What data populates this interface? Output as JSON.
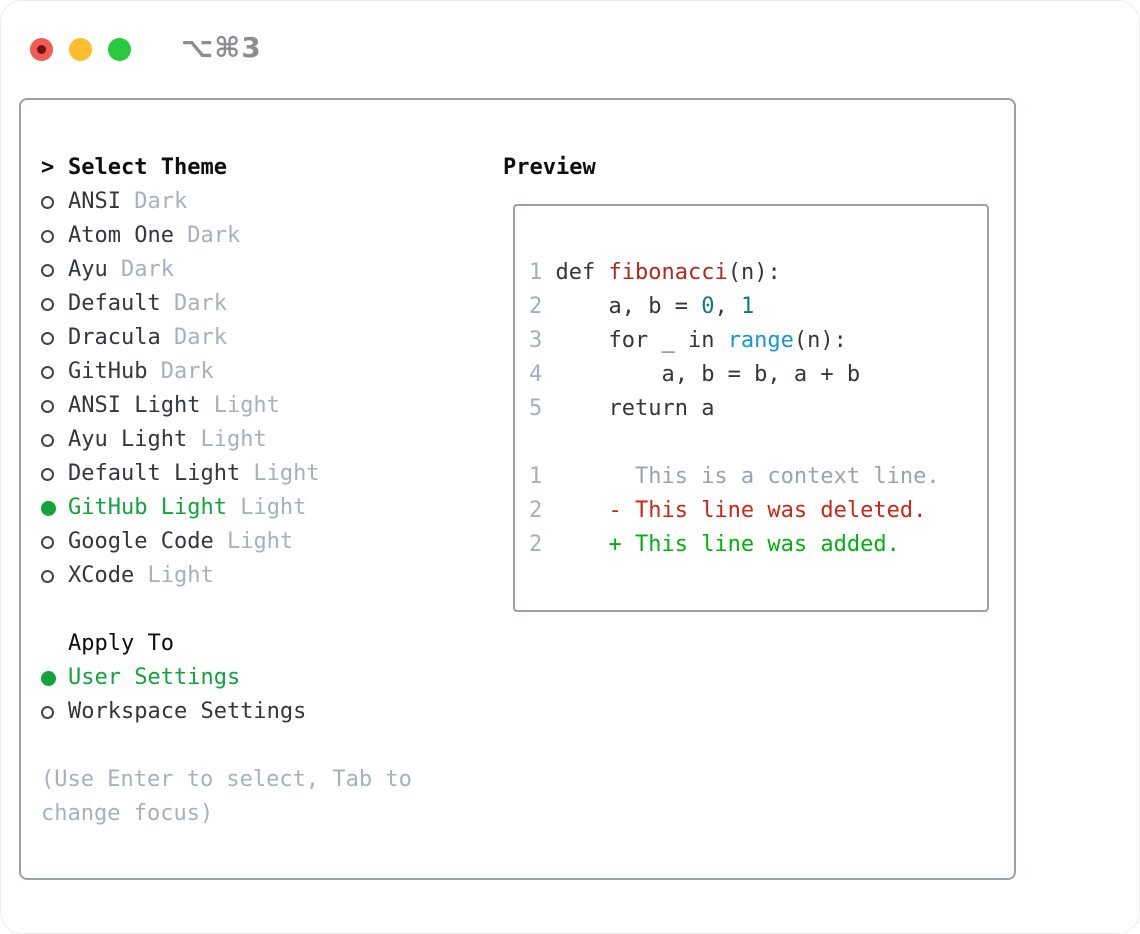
{
  "titlebar": {
    "shortcut_label": "⌥⌘3",
    "traffic_lights": [
      {
        "name": "close",
        "color": "#f35b51",
        "has_dot": true
      },
      {
        "name": "minimize",
        "color": "#ffbd2d",
        "has_dot": false
      },
      {
        "name": "zoom",
        "color": "#27c93f",
        "has_dot": false
      }
    ]
  },
  "theme_list": {
    "header_marker": ">",
    "header_label": "Select Theme",
    "items": [
      {
        "name": "ANSI",
        "variant": "Dark",
        "selected": false
      },
      {
        "name": "Atom One",
        "variant": "Dark",
        "selected": false
      },
      {
        "name": "Ayu",
        "variant": "Dark",
        "selected": false
      },
      {
        "name": "Default",
        "variant": "Dark",
        "selected": false
      },
      {
        "name": "Dracula",
        "variant": "Dark",
        "selected": false
      },
      {
        "name": "GitHub",
        "variant": "Dark",
        "selected": false
      },
      {
        "name": "ANSI Light",
        "variant": "Light",
        "selected": false
      },
      {
        "name": "Ayu Light",
        "variant": "Light",
        "selected": false
      },
      {
        "name": "Default Light",
        "variant": "Light",
        "selected": false
      },
      {
        "name": "GitHub Light",
        "variant": "Light",
        "selected": true
      },
      {
        "name": "Google Code",
        "variant": "Light",
        "selected": false
      },
      {
        "name": "XCode",
        "variant": "Light",
        "selected": false
      }
    ]
  },
  "apply_to": {
    "header": "Apply To",
    "options": [
      {
        "label": "User Settings",
        "selected": true
      },
      {
        "label": "Workspace Settings",
        "selected": false
      }
    ]
  },
  "footer_hint": "(Use Enter to select, Tab to change focus)",
  "preview": {
    "header": "Preview",
    "code_lines": [
      {
        "num": "1",
        "segments": [
          {
            "t": "def ",
            "c": "plain"
          },
          {
            "t": "fibonacci",
            "c": "func"
          },
          {
            "t": "(n):",
            "c": "plain"
          }
        ]
      },
      {
        "num": "2",
        "segments": [
          {
            "t": "    a, b = ",
            "c": "plain"
          },
          {
            "t": "0",
            "c": "num"
          },
          {
            "t": ", ",
            "c": "plain"
          },
          {
            "t": "1",
            "c": "num"
          }
        ]
      },
      {
        "num": "3",
        "segments": [
          {
            "t": "    for _ in ",
            "c": "plain"
          },
          {
            "t": "range",
            "c": "builtin"
          },
          {
            "t": "(n):",
            "c": "plain"
          }
        ]
      },
      {
        "num": "4",
        "segments": [
          {
            "t": "        a, b = b, a + b",
            "c": "plain"
          }
        ]
      },
      {
        "num": "5",
        "segments": [
          {
            "t": "    return a",
            "c": "plain"
          }
        ]
      }
    ],
    "diff_lines": [
      {
        "num": "1",
        "marker": " ",
        "text": "This is a context line.",
        "kind": "context"
      },
      {
        "num": "2",
        "marker": "-",
        "text": "This line was deleted.",
        "kind": "deleted"
      },
      {
        "num": "2",
        "marker": "+",
        "text": "This line was added.",
        "kind": "added"
      }
    ]
  },
  "colors": {
    "selection_green": "#13a33c",
    "added_green": "#03b20e",
    "deleted_red": "#cd2615",
    "function_red": "#b02a1e",
    "number_teal": "#0a7d7a",
    "builtin_blue": "#1697d3",
    "muted_gray": "#a7b1bc",
    "panel_border": "#98a2ad",
    "text_dark": "#32373e"
  }
}
